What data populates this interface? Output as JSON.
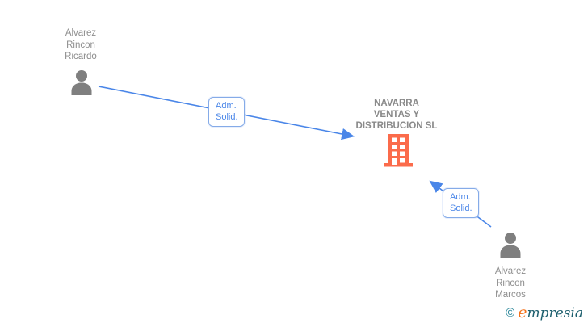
{
  "diagram": {
    "nodes": {
      "person1": {
        "type": "person",
        "name_lines": [
          "Alvarez",
          "Rincon",
          "Ricardo"
        ]
      },
      "person2": {
        "type": "person",
        "name_lines": [
          "Alvarez",
          "Rincon",
          "Marcos"
        ]
      },
      "company": {
        "type": "company",
        "name_lines": [
          "NAVARRA",
          "VENTAS Y",
          "DISTRIBUCION SL"
        ]
      }
    },
    "edges": [
      {
        "from": "person1",
        "to": "company",
        "label_lines": [
          "Adm.",
          "Solid."
        ]
      },
      {
        "from": "person2",
        "to": "company",
        "label_lines": [
          "Adm.",
          "Solid."
        ]
      }
    ],
    "colors": {
      "edge_blue": "#4a86e8",
      "edge_box_border": "#85abe8",
      "person_gray": "#7f7f7f",
      "name_text_gray": "#8e8e8e",
      "company_text_gray": "#8a8a8a",
      "building_orange": "#fb6b4b"
    }
  },
  "footer": {
    "copyright_symbol": "©",
    "brand_first_letter": "e",
    "brand_rest": "mpresia"
  }
}
